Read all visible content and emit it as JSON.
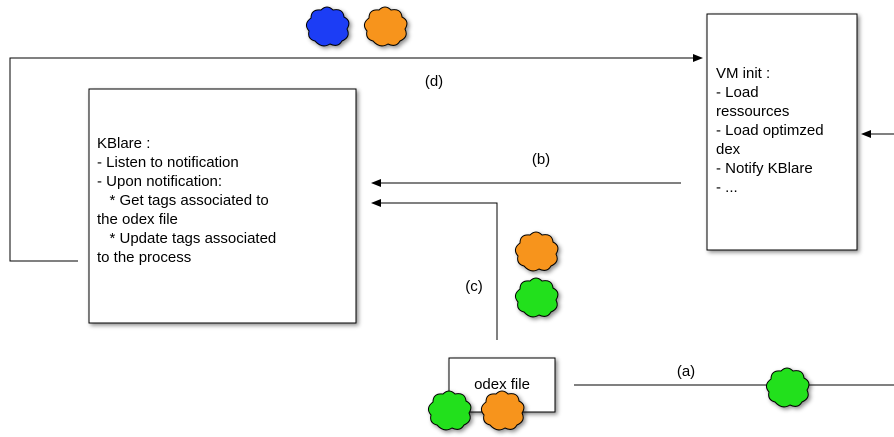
{
  "vm_box": {
    "lines": [
      "VM init :",
      "- Load",
      "ressources",
      "- Load optimzed",
      "dex",
      "- Notify KBlare",
      "- ..."
    ]
  },
  "kblare_box": {
    "lines": [
      "KBlare :",
      "- Listen to notification",
      "- Upon notification:",
      "   * Get tags associated to",
      "the odex file",
      "   * Update tags associated",
      "to the process"
    ]
  },
  "odex_box": {
    "label": "odex file"
  },
  "edges": {
    "a": "(a)",
    "b": "(b)",
    "c": "(c)",
    "d": "(d)"
  },
  "colors": {
    "blue_tag": "#1a3cf5",
    "orange_tag": "#f7941d",
    "green_tag": "#22e01a",
    "line": "#000000",
    "box_fill": "#ffffff"
  }
}
